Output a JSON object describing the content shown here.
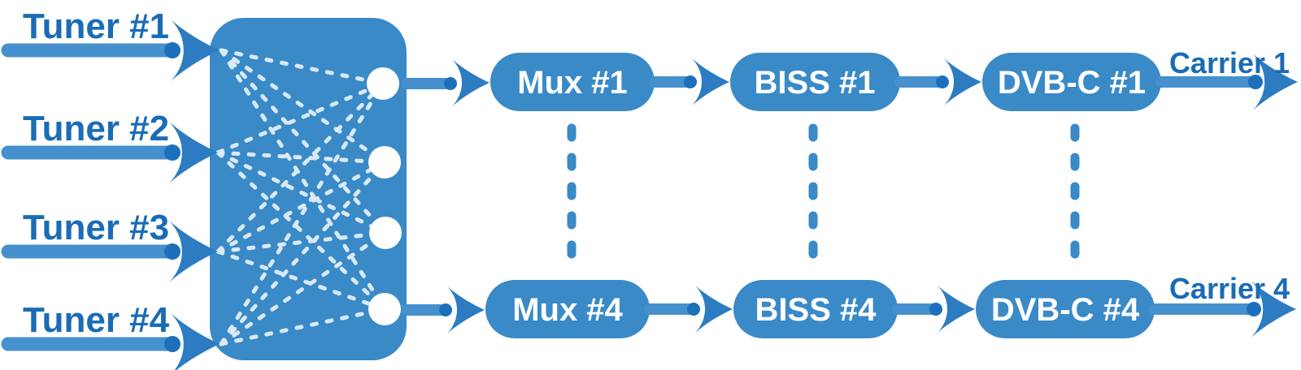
{
  "colors": {
    "canvas": "#ffffff",
    "primary": "#3a8ac8",
    "shaft": "#4590cd",
    "arrowhead": "#2d7cc2",
    "dot": "#1c70bb",
    "label": "#1a6cb5",
    "mesh": "#d9e9f6",
    "node": "#ffffff",
    "pill_text": "#ffffff"
  },
  "inputs": [
    {
      "label": "Tuner #1"
    },
    {
      "label": "Tuner #2"
    },
    {
      "label": "Tuner #3"
    },
    {
      "label": "Tuner #4"
    }
  ],
  "switch_matrix": {
    "input_count": 4,
    "output_count": 4
  },
  "rows": [
    {
      "mux": "Mux #1",
      "biss": "BISS #1",
      "dvbc": "DVB-C #1",
      "carrier": "Carrier 1"
    },
    {
      "mux": "Mux #4",
      "biss": "BISS #4",
      "dvbc": "DVB-C #4",
      "carrier": "Carrier 4"
    }
  ]
}
